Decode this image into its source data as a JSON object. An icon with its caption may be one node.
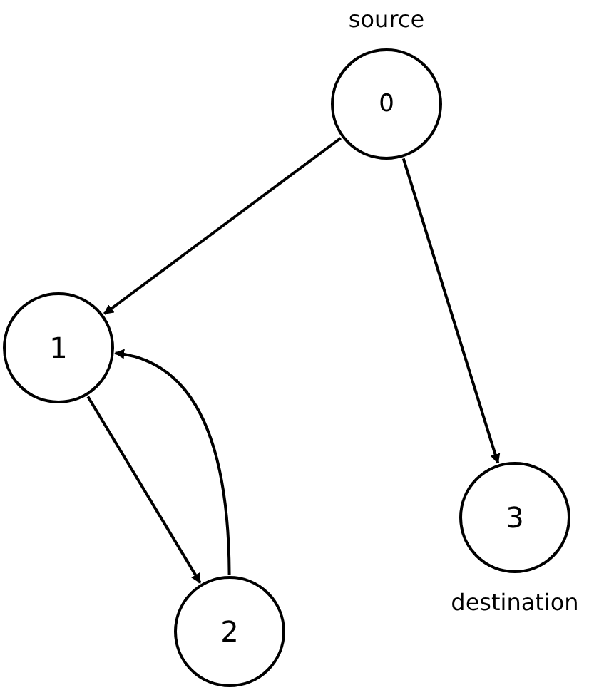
{
  "diagram": {
    "nodes": [
      {
        "text": [
          "0"
        ],
        "beside": [
          "source"
        ]
      },
      {
        "text": [
          "1"
        ]
      },
      {
        "text": [
          "2"
        ]
      },
      {
        "text": [
          "3"
        ],
        "beside": [
          "destination"
        ]
      }
    ],
    "edges": [
      {
        "from": 0,
        "to": 1,
        "arrow": "to"
      },
      {
        "from": 0,
        "to": 3,
        "arrow": "to"
      },
      {
        "from": 1,
        "to": 2,
        "arrow": "to"
      },
      {
        "from": 2,
        "to": 1,
        "arrow": "to"
      }
    ]
  }
}
